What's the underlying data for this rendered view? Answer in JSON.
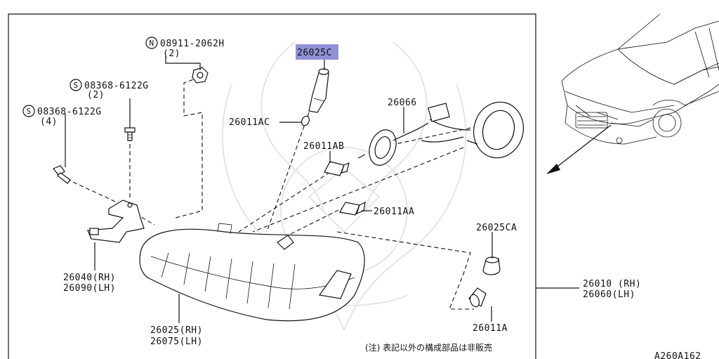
{
  "labels": {
    "nut": "08911-2062H",
    "nut_qty": "(2)",
    "screw_a": "08368-6122G",
    "screw_a_qty": "(2)",
    "screw_b": "08368-6122G",
    "screw_b_qty": "(4)",
    "bulb_highlight": "26025C",
    "socket_ac": "26011AC",
    "bulb_ab": "26011AB",
    "harness": "26066",
    "bulb_aa": "26011AA",
    "bracket_rh": "26040(RH)",
    "bracket_lh": "26090(LH)",
    "lamp_rh": "26025(RH)",
    "lamp_lh": "26075(LH)",
    "socket_ca": "26025CA",
    "bulb_a": "26011A",
    "assy_rh": "26010 (RH)",
    "assy_lh": "26060(LH)",
    "note": "(注) 表記以外の構成部品は非販売",
    "figure_code": "A260A162"
  },
  "symbols": {
    "nut_prefix": "N",
    "screw_prefix": "S"
  },
  "colors": {
    "highlight": "#8f91d6",
    "line": "#111111",
    "watermark": "#cfcfcf"
  }
}
